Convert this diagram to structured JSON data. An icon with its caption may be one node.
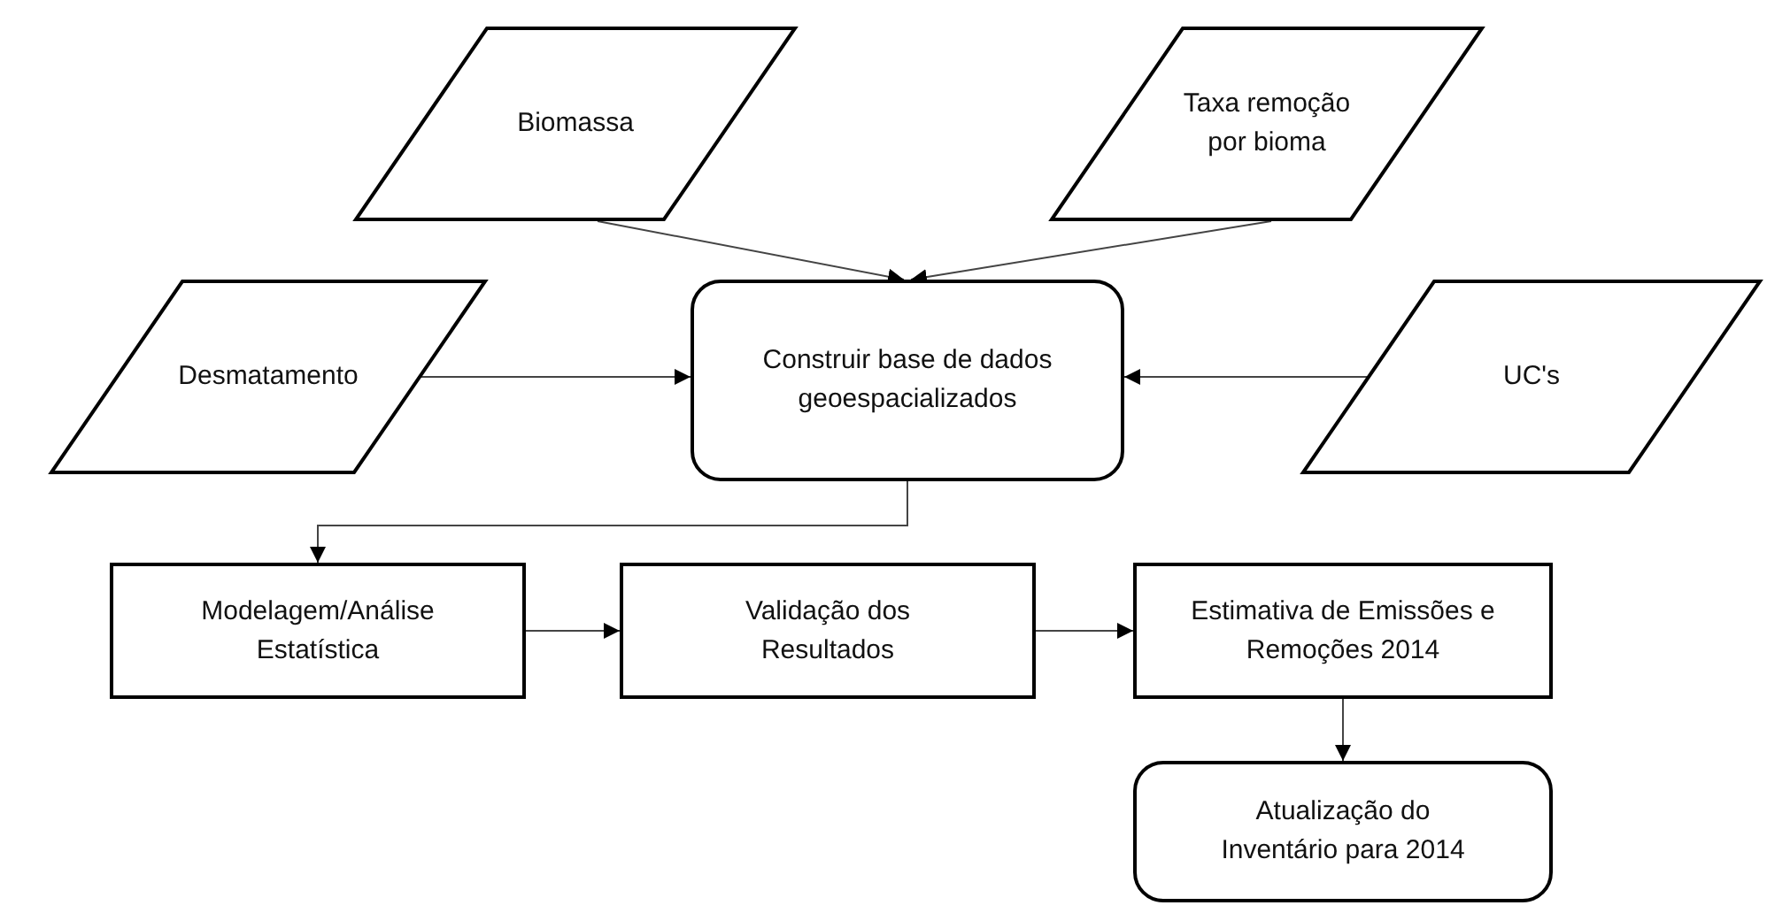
{
  "diagram": {
    "nodes": [
      {
        "text": [
          "Biomassa"
        ]
      },
      {
        "text": [
          "Taxa remoção por bioma"
        ]
      },
      {
        "text": [
          "Desmatamento"
        ]
      },
      {
        "text": [
          "Construir base de dados geoespacializados"
        ]
      },
      {
        "text": [
          "UC's"
        ]
      },
      {
        "text": [
          "Modelagem/Análise Estatística"
        ]
      },
      {
        "text": [
          "Validação dos Resultados"
        ]
      },
      {
        "text": [
          "Estimativa de Emissões e Remoções 2014"
        ]
      },
      {
        "text": [
          "Atualização do Inventário para 2014"
        ]
      }
    ],
    "edges": [
      {
        "from": 0,
        "to": 3,
        "arrow": "to"
      },
      {
        "from": 1,
        "to": 3,
        "arrow": "to"
      },
      {
        "from": 2,
        "to": 3,
        "arrow": "to"
      },
      {
        "from": 4,
        "to": 3,
        "arrow": "to"
      },
      {
        "from": 3,
        "to": 5,
        "arrow": "to"
      },
      {
        "from": 5,
        "to": 6,
        "arrow": "to"
      },
      {
        "from": 6,
        "to": 7,
        "arrow": "to"
      },
      {
        "from": 7,
        "to": 8,
        "arrow": "to"
      }
    ]
  }
}
